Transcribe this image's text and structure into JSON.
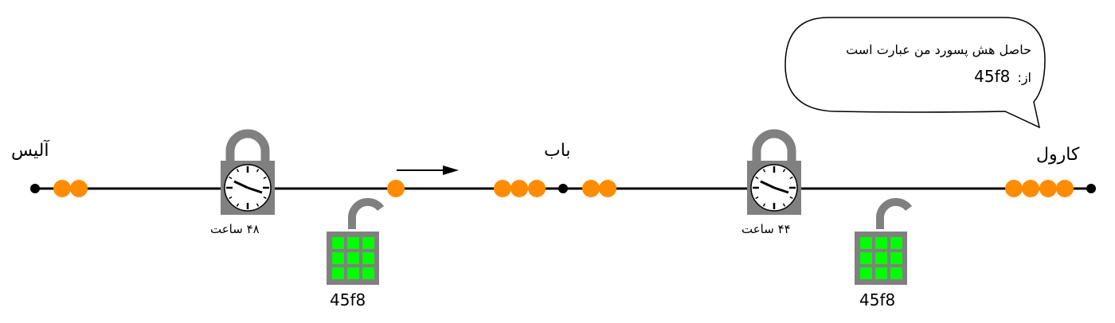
{
  "nodes": {
    "alice": "آلیس",
    "bob": "باب",
    "carol": "کارول"
  },
  "timelocks": [
    {
      "label": "۴۸ ساعت"
    },
    {
      "label": "۴۴ ساعت"
    }
  ],
  "hashlocks": [
    {
      "label": "45f8"
    },
    {
      "label": "45f8"
    }
  ],
  "bubble": {
    "line1": "حاصل هش پسورد من عبارت است",
    "line2_prefix": "از:",
    "line2_hash": "45f8"
  },
  "colors": {
    "coin": "#ff8c00",
    "lock_body": "#808080",
    "grid_cell": "#00ff00",
    "line": "#000000"
  }
}
